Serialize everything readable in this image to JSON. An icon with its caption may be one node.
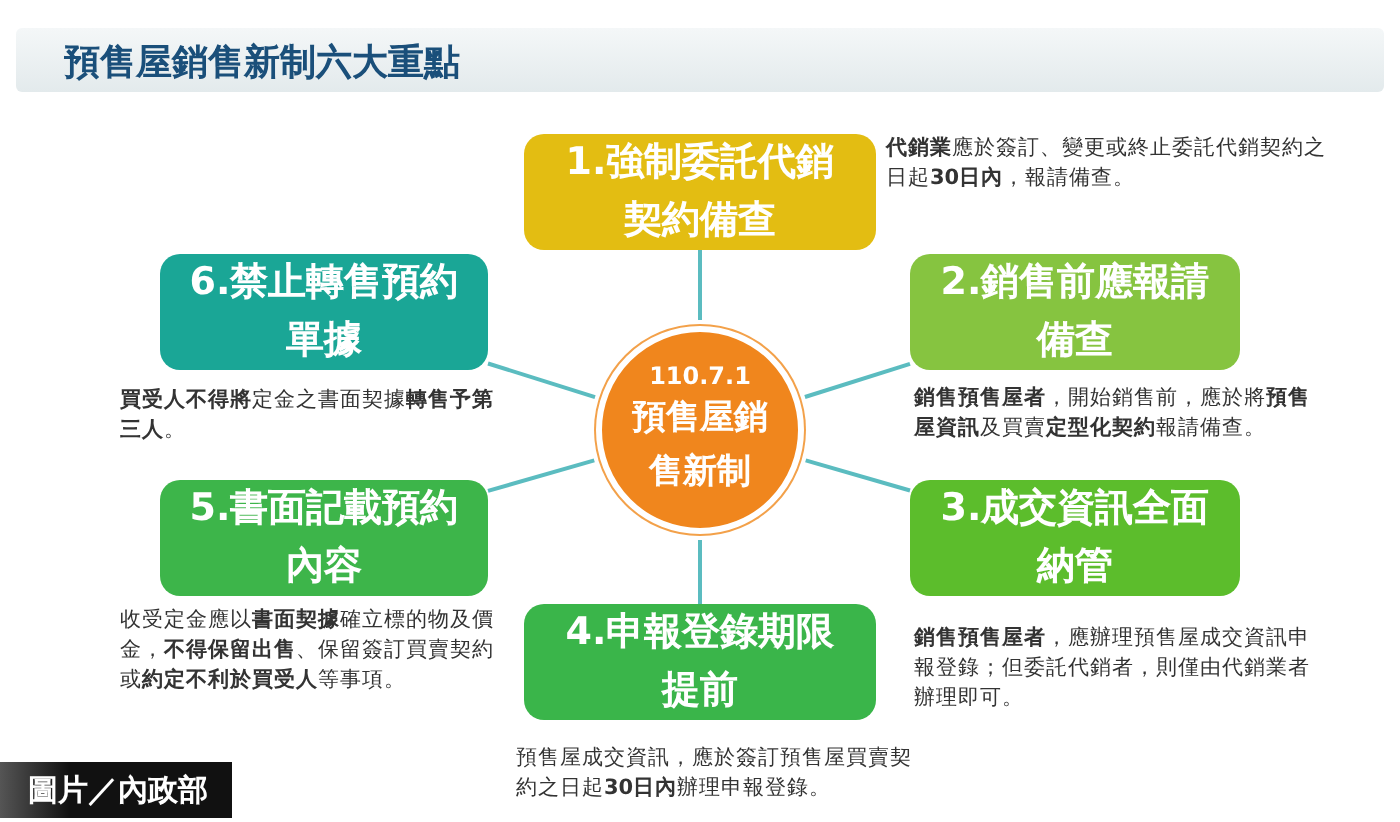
{
  "diagram": {
    "title": "預售屋銷售新制六大重點",
    "nodes": [
      {
        "text": [
          "110.7.1",
          "預售屋銷售新制"
        ]
      },
      {
        "text": [
          "1.強制委託代銷契約備查"
        ],
        "beside": [
          "**代銷業**應於簽訂、變更或終止委託代銷契約之日起**30日內**，報請備查。"
        ]
      },
      {
        "text": [
          "6.禁止轉售預約單據"
        ],
        "beside": [
          "**買受人不得將**定金之書面契據**轉售予第三人**。"
        ]
      },
      {
        "text": [
          "2.銷售前應報請備查"
        ],
        "beside": [
          "**銷售預售屋者**，開始銷售前，應於將**預售屋資訊**及買賣**定型化契約**報請備查。"
        ]
      },
      {
        "text": [
          "5.書面記載預約內容"
        ],
        "beside": [
          "收受定金應以**書面契據**確立標的物及價金，**不得保留出售**、保留簽訂買賣契約或**約定不利於買受人**等事項。"
        ]
      },
      {
        "text": [
          "3.成交資訊全面納管"
        ],
        "beside": [
          "**銷售預售屋者**，應辦理預售屋成交資訊申報登錄；但委託代銷者，則僅由代銷業者辦理即可。"
        ]
      },
      {
        "text": [
          "4.申報登錄期限提前"
        ],
        "beside": [
          "預售屋成交資訊，應於簽訂預售屋買賣契約之日起**30日內**辦理申報登錄。"
        ]
      }
    ],
    "edges": [
      {
        "from": 0,
        "to": 1,
        "arrow": "none"
      },
      {
        "from": 0,
        "to": 2,
        "arrow": "none"
      },
      {
        "from": 0,
        "to": 3,
        "arrow": "none"
      },
      {
        "from": 0,
        "to": 4,
        "arrow": "none"
      },
      {
        "from": 0,
        "to": 5,
        "arrow": "none"
      },
      {
        "from": 0,
        "to": 6,
        "arrow": "none"
      }
    ],
    "labels": [
      "圖片／內政部"
    ]
  }
}
